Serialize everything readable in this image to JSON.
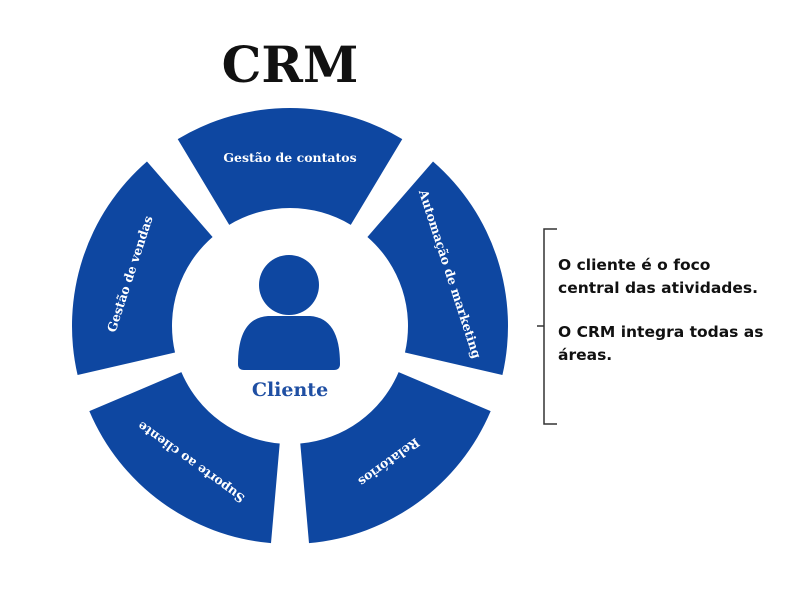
{
  "title": "CRM",
  "center": {
    "label": "Cliente",
    "icon": "user-icon"
  },
  "segments": [
    {
      "name": "segment-gestao-de-contatos",
      "label": "Gestão de contatos"
    },
    {
      "name": "segment-automacao-de-marketing",
      "label": "Automação  de marketing"
    },
    {
      "name": "segment-relatorios",
      "label": "Relatórios"
    },
    {
      "name": "segment-suporte-ao-cliente",
      "label": "Suporte ao cliente"
    },
    {
      "name": "segment-gestao-de-vendas",
      "label": "Gestão de vendas"
    }
  ],
  "notes": [
    "O cliente é o foco central das atividades.",
    "O CRM integra todas as áreas."
  ],
  "colors": {
    "segment": "#0e47a1",
    "accent_text": "#1f4fa3",
    "text": "#111111",
    "bracket": "#333333"
  }
}
